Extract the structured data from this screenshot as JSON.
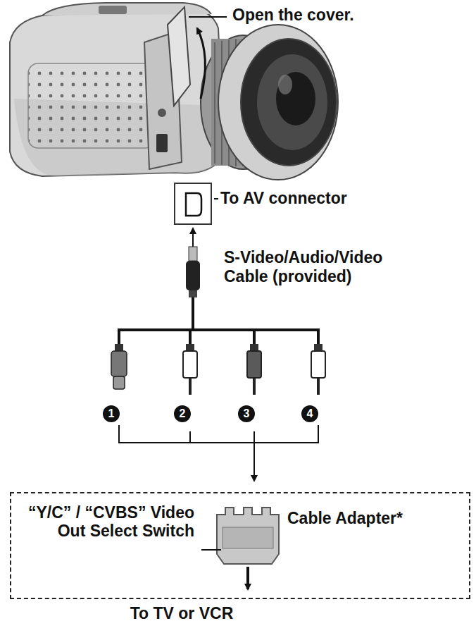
{
  "diagram": {
    "nodes": [
      {
        "text": [
          "“Y/C” / “CVBS” Video Out Select Switch",
          "Cable Adapter*"
        ]
      }
    ],
    "labels": [
      "Open the cover.",
      "To AV connector",
      "S-Video/Audio/Video Cable (provided)",
      "1",
      "2",
      "3",
      "4",
      "To TV or VCR"
    ]
  }
}
